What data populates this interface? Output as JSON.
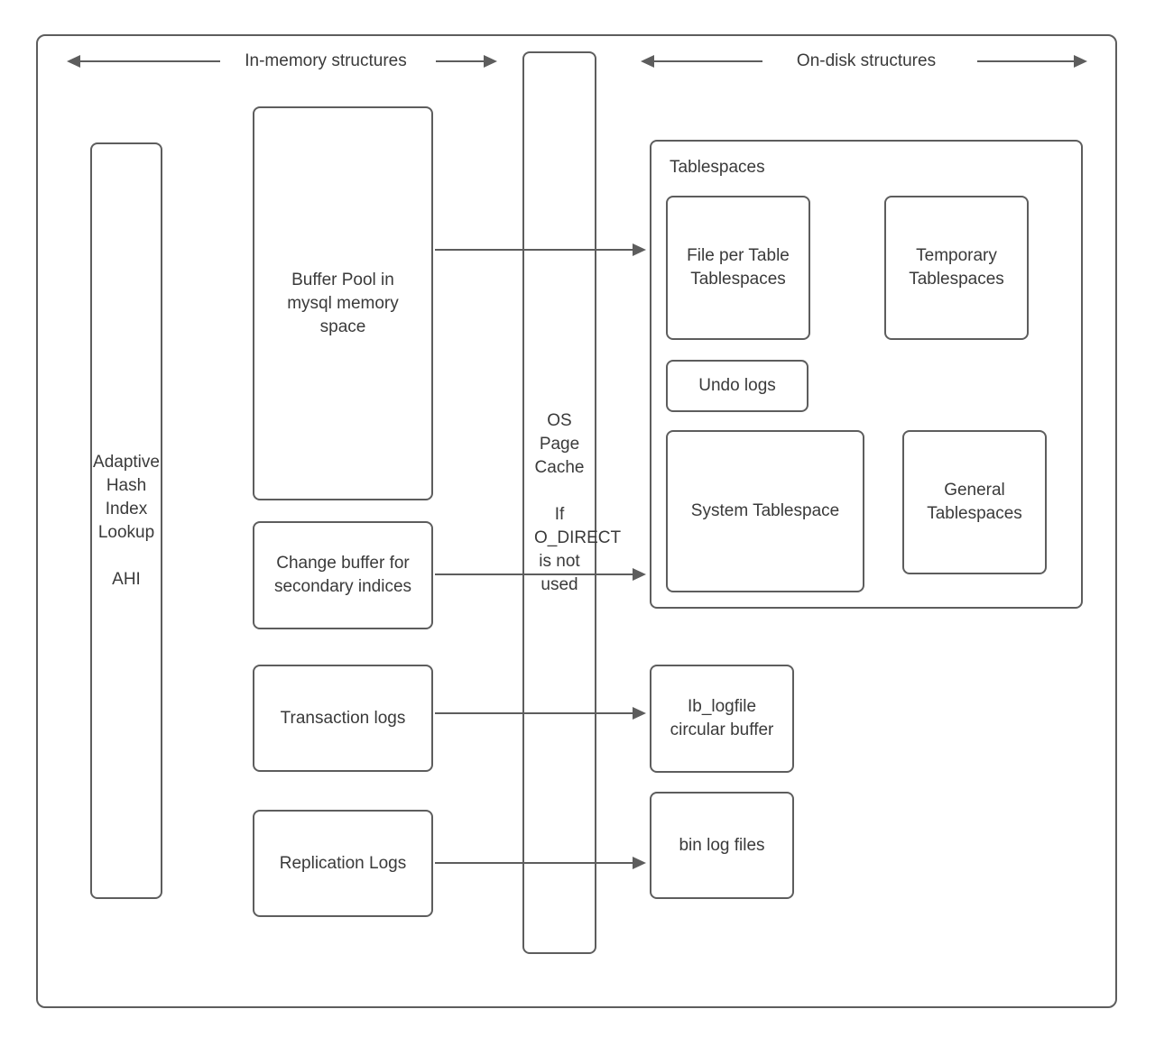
{
  "colors": {
    "stroke": "#5d5d5d",
    "text": "#3a3a3a"
  },
  "headers": {
    "in_memory": "In-memory structures",
    "on_disk": "On-disk structures"
  },
  "in_memory": {
    "ahi": {
      "line1": "Adaptive Hash Index Lookup",
      "line2": "AHI"
    },
    "buffer_pool": "Buffer Pool in mysql memory space",
    "change_buffer": "Change buffer for secondary indices",
    "transaction_logs": "Transaction logs",
    "replication_logs": "Replication Logs"
  },
  "os_page_cache": {
    "line1": "OS Page Cache",
    "line2": "If O_DIRECT is not used"
  },
  "on_disk": {
    "tablespaces": {
      "title": "Tablespaces",
      "file_per_table": "File per Table Tablespaces",
      "temporary": "Temporary Tablespaces",
      "undo_logs": "Undo logs",
      "system": "System Tablespace",
      "general": "General Tablespaces"
    },
    "ib_logfile": "Ib_logfile circular buffer",
    "bin_log": "bin log files"
  }
}
